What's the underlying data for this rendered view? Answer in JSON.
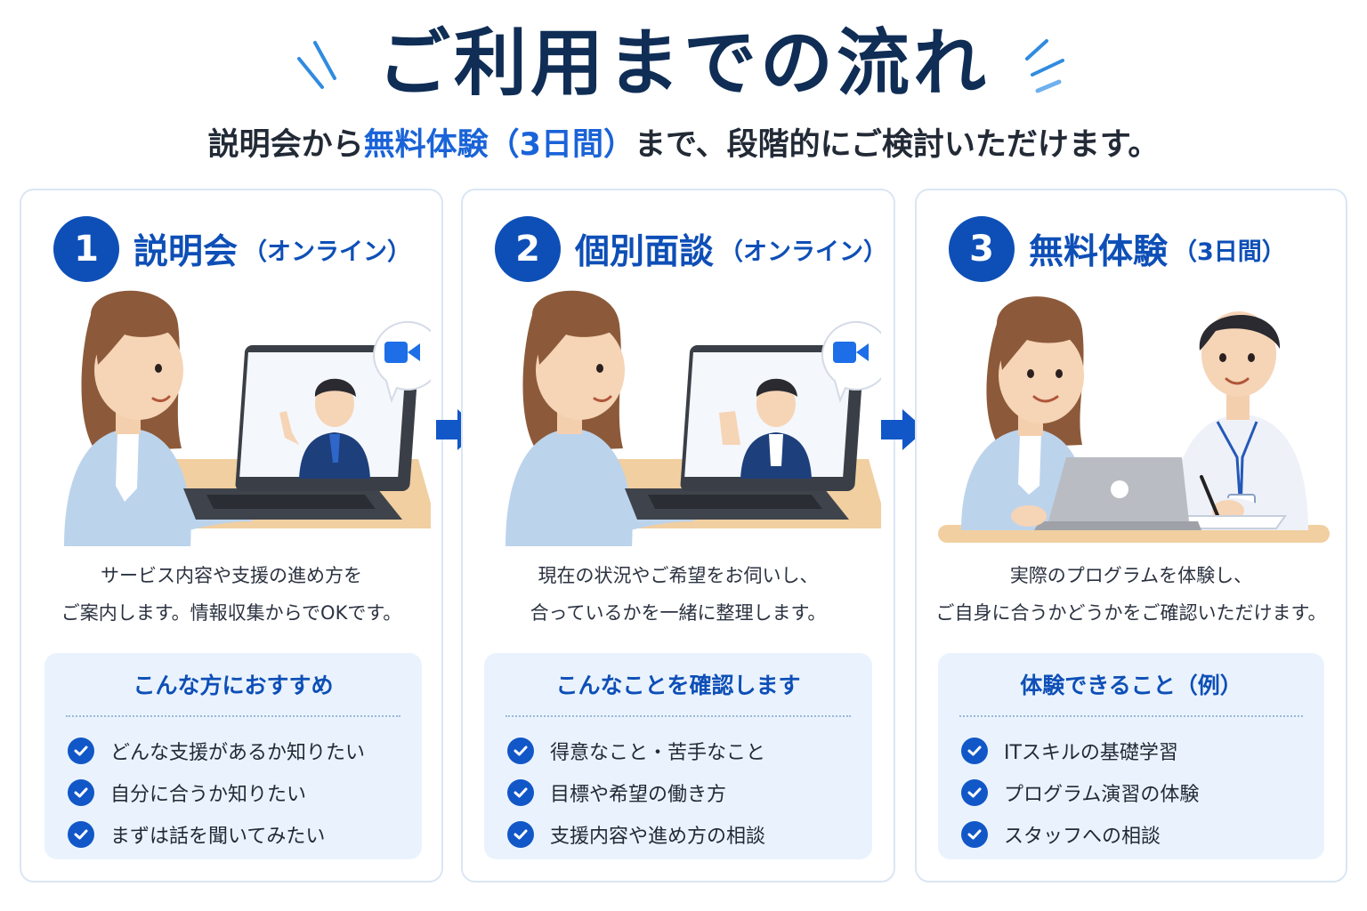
{
  "header": {
    "title": "ご利用までの流れ",
    "subtitle_pre": "説明会から",
    "subtitle_highlight": "無料体験（3日間）",
    "subtitle_post": "まで、段階的にご検討いただけます。"
  },
  "steps": [
    {
      "number": "1",
      "title": "説明会",
      "subtitle": "（オンライン）",
      "desc_lines": [
        "サービス内容や支援の進め方を",
        "ご案内します。情報収集からでOKです。"
      ],
      "box_title": "こんな方におすすめ",
      "items": [
        "どんな支援があるか知りたい",
        "自分に合うか知りたい",
        "まずは話を聞いてみたい"
      ]
    },
    {
      "number": "2",
      "title": "個別面談",
      "subtitle": "（オンライン）",
      "desc_lines": [
        "現在の状況やご希望をお伺いし、",
        "合っているかを一緒に整理します。"
      ],
      "box_title": "こんなことを確認します",
      "items": [
        "得意なこと・苦手なこと",
        "目標や希望の働き方",
        "支援内容や進め方の相談"
      ]
    },
    {
      "number": "3",
      "title": "無料体験",
      "subtitle": "（3日間）",
      "desc_lines": [
        "実際のプログラムを体験し、",
        "ご自身に合うかどうかをご確認いただけます。"
      ],
      "box_title": "体験できること（例）",
      "items": [
        "ITスキルの基礎学習",
        "プログラム演習の体験",
        "スタッフへの相談"
      ]
    }
  ],
  "icons": {
    "check": "check-circle-icon",
    "video": "video-camera-icon",
    "arrow": "arrow-right-icon"
  },
  "colors": {
    "primary": "#0e4fb7",
    "highlight": "#1a63d8",
    "title": "#0f2d55",
    "box_bg": "#eaf3fd",
    "card_border": "#dbe6f4"
  }
}
